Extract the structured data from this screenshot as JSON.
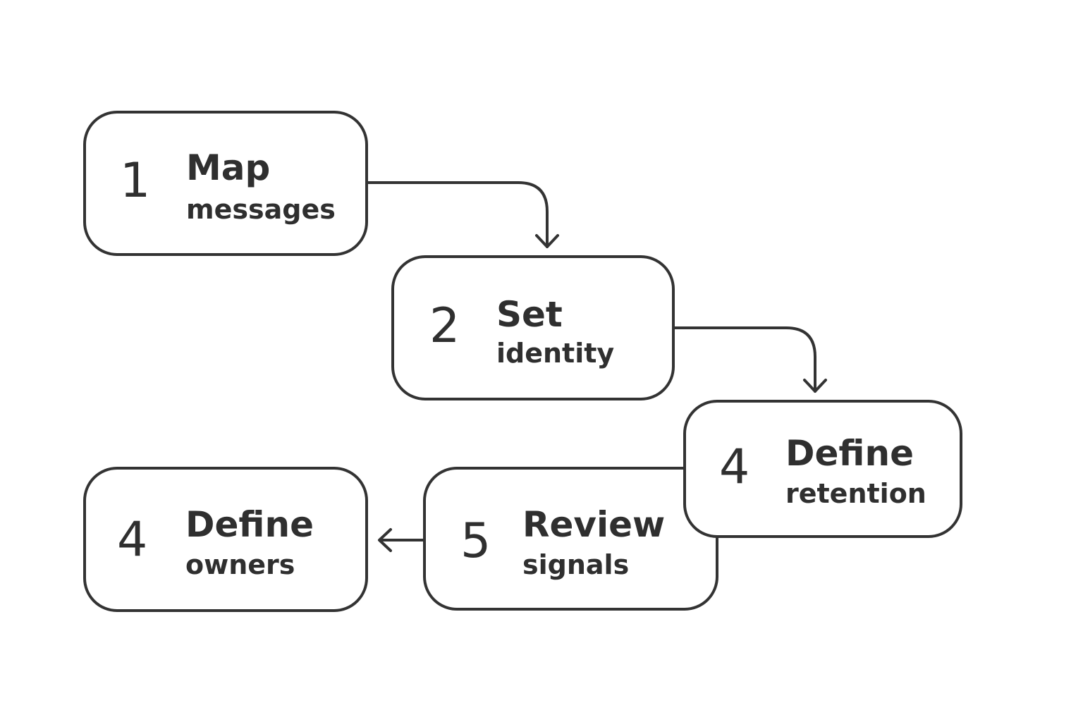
{
  "steps": [
    {
      "number": "1",
      "title": "Map",
      "subtitle": "messages"
    },
    {
      "number": "2",
      "title": "Set",
      "subtitle": "identity"
    },
    {
      "number": "4",
      "title": "Define",
      "subtitle": "retention"
    },
    {
      "number": "4",
      "title": "Define",
      "subtitle": "owners"
    },
    {
      "number": "5",
      "title": "Review",
      "subtitle": "signals"
    }
  ],
  "colors": {
    "stroke": "#333333",
    "text": "#2f2f2f",
    "background": "#ffffff"
  }
}
